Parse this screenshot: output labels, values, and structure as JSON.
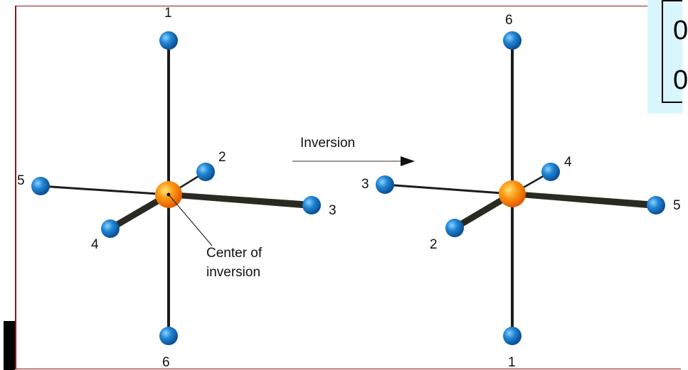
{
  "left_molecule": {
    "labels": {
      "top": "1",
      "upper_right": "2",
      "right": "3",
      "lower_left": "4",
      "left": "5",
      "bottom": "6"
    },
    "center_caption": [
      "Center of",
      "inversion"
    ]
  },
  "arrow_label": "Inversion",
  "right_molecule": {
    "labels": {
      "top": "6",
      "upper_right": "4",
      "right": "5",
      "lower_left": "2",
      "left": "3",
      "bottom": "1"
    }
  },
  "matrix_fragment": {
    "row1": "0",
    "row2": "0"
  },
  "colors": {
    "ligand": "#1a7fd0",
    "center": "#ff8800",
    "bond": "#1c1c1c",
    "frame": "#8a1a1a",
    "panel": "#d8f6fb"
  }
}
